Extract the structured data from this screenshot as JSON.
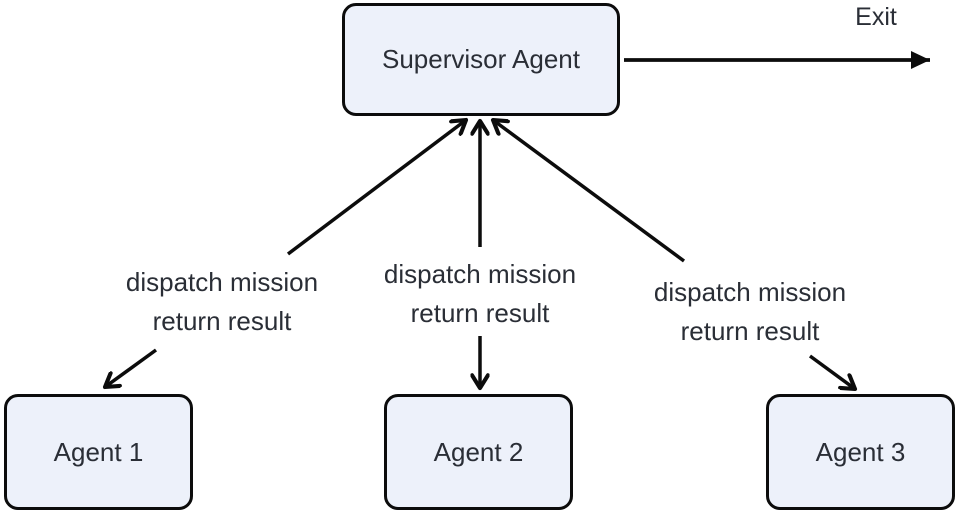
{
  "diagram": {
    "nodes": {
      "supervisor": {
        "label": "Supervisor Agent"
      },
      "agent1": {
        "label": "Agent 1"
      },
      "agent2": {
        "label": "Agent 2"
      },
      "agent3": {
        "label": "Agent 3"
      }
    },
    "edges": {
      "exit": {
        "label": "Exit"
      },
      "supervisor_agent1": {
        "label_line1": "dispatch mission",
        "label_line2": "return result"
      },
      "supervisor_agent2": {
        "label_line1": "dispatch mission",
        "label_line2": "return result"
      },
      "supervisor_agent3": {
        "label_line1": "dispatch mission",
        "label_line2": "return result"
      }
    },
    "colors": {
      "node_fill": "#edf1fa",
      "node_border": "#0c0c0c",
      "line": "#0c0c0c",
      "text": "#2a2e36",
      "background": "#ffffff"
    }
  }
}
